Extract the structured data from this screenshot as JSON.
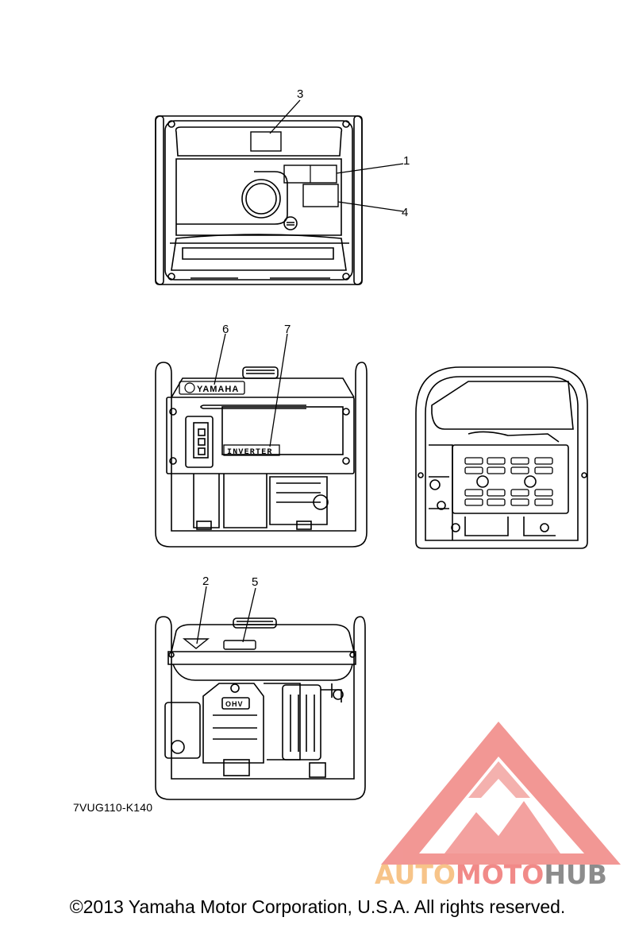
{
  "callouts": [
    "1",
    "2",
    "3",
    "4",
    "5",
    "6",
    "7"
  ],
  "labels": {
    "yamaha_badge": "YAMAHA",
    "inverter_badge": "INVERTER",
    "ohv_badge": "OHV"
  },
  "part_code": "7VUG110-K140",
  "copyright": "©2013 Yamaha Motor Corporation, U.S.A. All rights reserved.",
  "watermark": {
    "part1": "AUTO",
    "part2": "MOTO",
    "part3": "HUB",
    "colors": {
      "auto": "#f7c489",
      "moto": "#f18a88",
      "hub": "#8c8c8c",
      "triangle": "#f08582"
    }
  }
}
